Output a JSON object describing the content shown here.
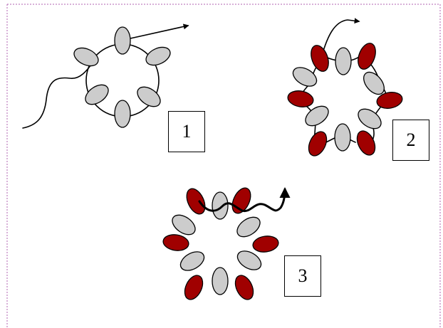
{
  "colors": {
    "bead_gray": "#cccccc",
    "bead_red": "#a00000",
    "outline": "#000000",
    "page_border": "#b060b0"
  },
  "steps": {
    "step1": "1",
    "step2": "2",
    "step3": "3"
  }
}
